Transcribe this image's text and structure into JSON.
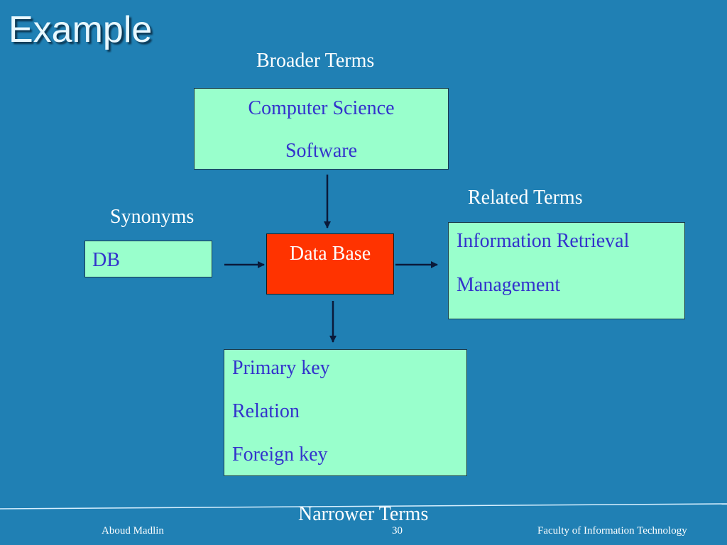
{
  "slide": {
    "title": "Example",
    "labels": {
      "broader": "Broader Terms",
      "related": "Related Terms",
      "synonyms": "Synonyms",
      "narrower": "Narrower Terms"
    },
    "broader_box": [
      "Computer Science",
      "Software"
    ],
    "synonym_box": [
      "DB"
    ],
    "center_box": "Data Base",
    "related_box": [
      "Information Retrieval",
      "Management"
    ],
    "narrower_box": [
      "Primary key",
      "Relation",
      "Foreign key"
    ],
    "footer": {
      "author": "Aboud Madlin",
      "page": "30",
      "faculty": "Faculty of Information Technology"
    }
  },
  "colors": {
    "background": "#2080b4",
    "box_fill": "#99ffcc",
    "box_text": "#3333cc",
    "center_fill": "#ff3300"
  }
}
